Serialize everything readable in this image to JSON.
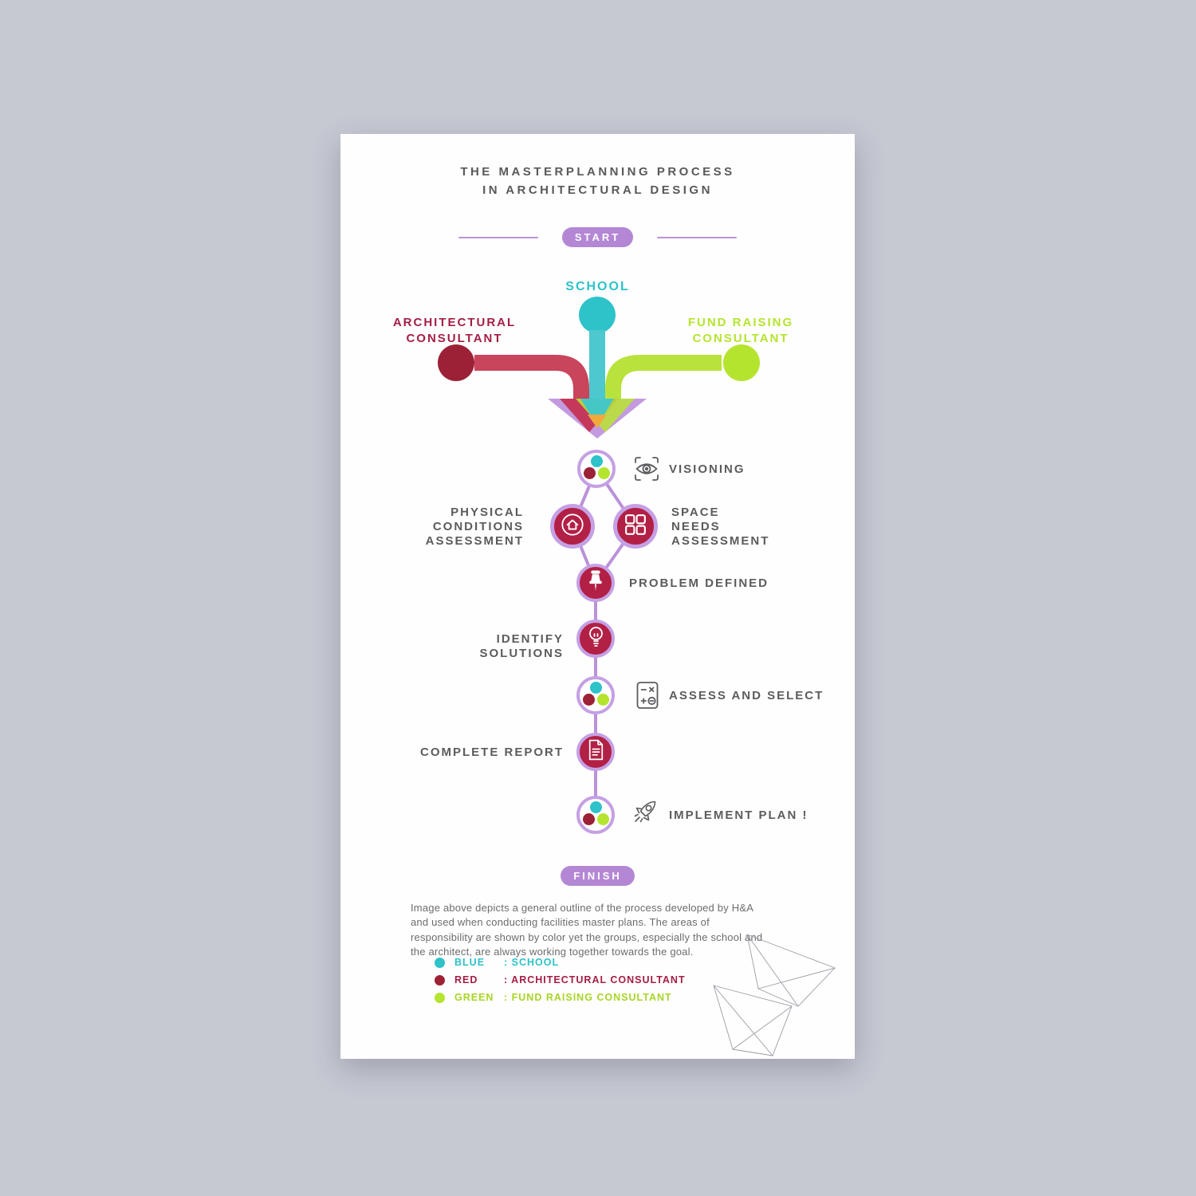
{
  "poster": {
    "title": "THE MASTERPLANNING PROCESS\nIN ARCHITECTURAL DESIGN",
    "start_label": "START",
    "finish_label": "FINISH"
  },
  "actors": {
    "school": {
      "label": "SCHOOL",
      "color": "#2ec2c9"
    },
    "architect": {
      "label": "ARCHITECTURAL\nCONSULTANT",
      "color": "#a41e44"
    },
    "fund": {
      "label": "FUND RAISING\nCONSULTANT",
      "color": "#b5e42e"
    }
  },
  "steps": [
    {
      "id": "visioning",
      "label": "VISIONING",
      "icon": "eye-icon"
    },
    {
      "id": "physical-conditions",
      "label": "PHYSICAL\nCONDITIONS\nASSESSMENT",
      "icon": "house-icon"
    },
    {
      "id": "space-needs",
      "label": "SPACE\nNEEDS\nASSESSMENT",
      "icon": "grid-icon"
    },
    {
      "id": "problem-defined",
      "label": "PROBLEM DEFINED",
      "icon": "pin-icon"
    },
    {
      "id": "identify-solutions",
      "label": "IDENTIFY SOLUTIONS",
      "icon": "bulb-icon"
    },
    {
      "id": "assess-select",
      "label": "ASSESS AND SELECT",
      "icon": "calculator-icon"
    },
    {
      "id": "complete-report",
      "label": "COMPLETE REPORT",
      "icon": "document-icon"
    },
    {
      "id": "implement-plan",
      "label": "IMPLEMENT PLAN !",
      "icon": "rocket-icon"
    }
  ],
  "footer": {
    "paragraph": "Image above depicts a general outline of the process developed by H&A and used when conducting facilities master plans. The areas of responsibility are shown by color yet the groups, especially the school and the architect, are always working together towards the goal.",
    "legend": [
      {
        "name": "BLUE",
        "desc": ": SCHOOL",
        "color": "#2ec2c9"
      },
      {
        "name": "RED",
        "desc": ": ARCHITECTURAL CONSULTANT",
        "color": "#a41e44"
      },
      {
        "name": "GREEN",
        "desc": ": FUND RAISING CONSULTANT",
        "color": "#a8d626"
      }
    ]
  },
  "colors": {
    "background": "#c6c8d2",
    "teal": "#2ec2c9",
    "crimson": "#b22045",
    "maroon": "#9c2136",
    "lime": "#b5e42e",
    "purple": "#ba92d8",
    "text_gray": "#5b5c5e"
  }
}
